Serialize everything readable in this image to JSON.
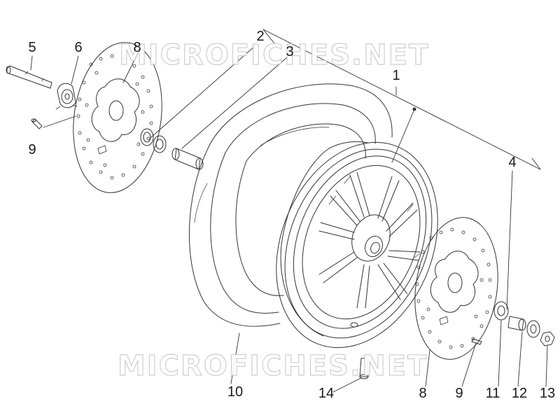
{
  "watermark": {
    "top_text": "MICROFICHES.NET",
    "bottom_text": "MICROFICHES.NET"
  },
  "callouts": [
    {
      "key": "c1",
      "label": "1"
    },
    {
      "key": "c2",
      "label": "2"
    },
    {
      "key": "c3",
      "label": "3"
    },
    {
      "key": "c4",
      "label": "4"
    },
    {
      "key": "c5",
      "label": "5"
    },
    {
      "key": "c6",
      "label": "6"
    },
    {
      "key": "c8a",
      "label": "8"
    },
    {
      "key": "c8b",
      "label": "8"
    },
    {
      "key": "c9a",
      "label": "9"
    },
    {
      "key": "c9b",
      "label": "9"
    },
    {
      "key": "c10",
      "label": "10"
    },
    {
      "key": "c11",
      "label": "11"
    },
    {
      "key": "c12",
      "label": "12"
    },
    {
      "key": "c13",
      "label": "13"
    },
    {
      "key": "c14",
      "label": "14"
    }
  ],
  "colors": {
    "line": "#333333",
    "watermark_outline": "#c9c9c9",
    "background": "#ffffff"
  }
}
